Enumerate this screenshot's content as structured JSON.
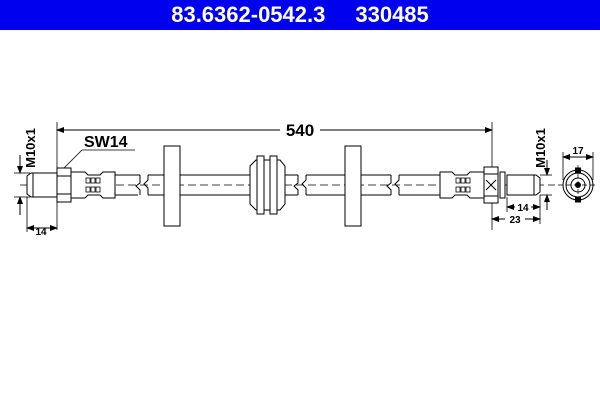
{
  "header": {
    "part_number": "83.6362-0542.3",
    "ref_number": "330485",
    "background_color": "#0000ee",
    "text_color": "#ffffff"
  },
  "drawing": {
    "type": "brake-hose-technical-drawing",
    "overall_length_label": "540",
    "left_end": {
      "thread_label": "M10x1",
      "wrench_size_label": "SW14",
      "length_label": "14"
    },
    "right_end": {
      "thread_label": "M10x1",
      "length_label_inner": "14",
      "length_label_outer": "23"
    },
    "end_view": {
      "diameter_label": "17"
    },
    "line_color": "#000000"
  }
}
